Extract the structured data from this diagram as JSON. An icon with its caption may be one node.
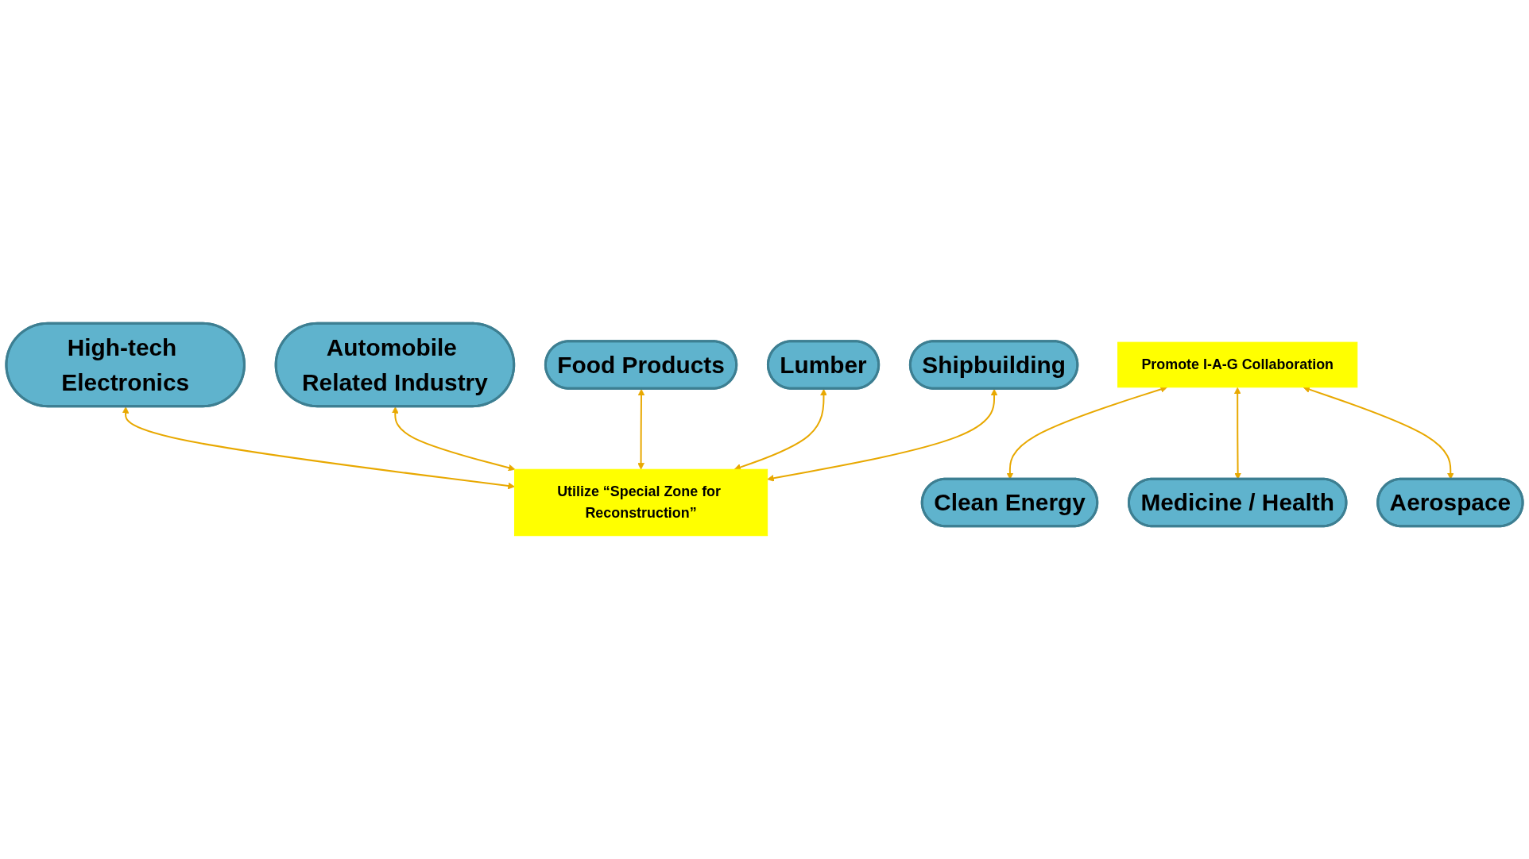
{
  "diagram": {
    "nodes": [
      {
        "text": [
          "High-tech Electronics"
        ]
      },
      {
        "text": [
          "Automobile Related Industry"
        ]
      },
      {
        "text": [
          "Food Products"
        ]
      },
      {
        "text": [
          "Utilize “Special Zone for Reconstruction”"
        ]
      },
      {
        "text": [
          "Lumber"
        ]
      },
      {
        "text": [
          "Shipbuilding"
        ]
      },
      {
        "text": [
          "Promote I-A-G Collaboration"
        ]
      },
      {
        "text": [
          "Clean Energy"
        ]
      },
      {
        "text": [
          "Aerospace"
        ]
      },
      {
        "text": [
          "Medicine / Health"
        ]
      }
    ],
    "edges": [
      {
        "from": 0,
        "to": 3,
        "arrow": "both"
      },
      {
        "from": 1,
        "to": 3,
        "arrow": "both"
      },
      {
        "from": 2,
        "to": 3,
        "arrow": "both"
      },
      {
        "from": 4,
        "to": 3,
        "arrow": "both"
      },
      {
        "from": 5,
        "to": 3,
        "arrow": "both"
      },
      {
        "from": 6,
        "to": 7,
        "arrow": "both"
      },
      {
        "from": 6,
        "to": 9,
        "arrow": "both"
      },
      {
        "from": 6,
        "to": 8,
        "arrow": "both"
      }
    ]
  }
}
